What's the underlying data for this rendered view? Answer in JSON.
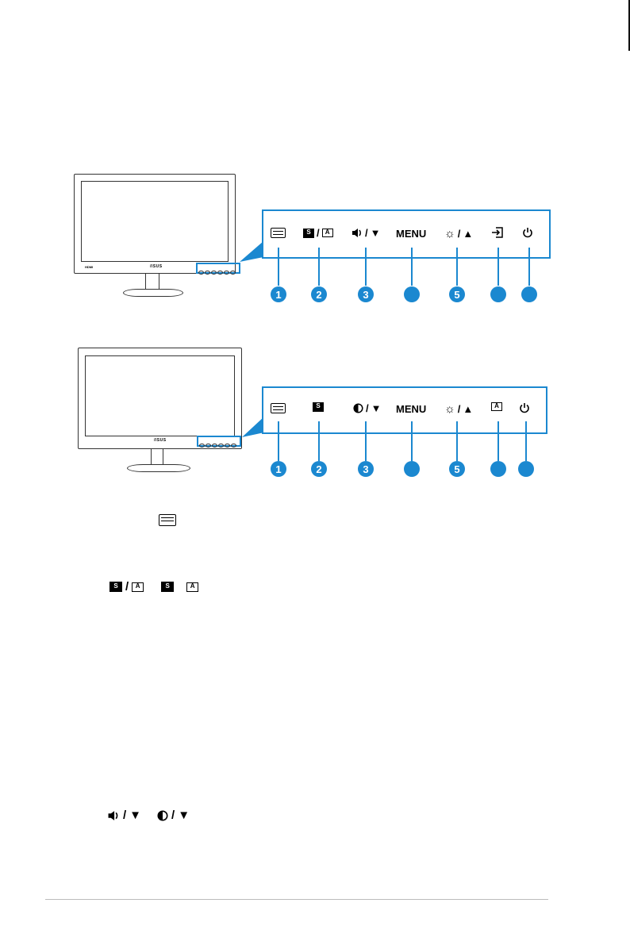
{
  "panel_a": {
    "buttons": [
      {
        "icon": "osd-panel-icon",
        "label": ""
      },
      {
        "icon": "splendid-auto-icon",
        "label": "S/A"
      },
      {
        "icon": "volume-down-icon",
        "label": "▼"
      },
      {
        "icon": "menu-text",
        "label": "MENU"
      },
      {
        "icon": "brightness-up-icon",
        "label": "▲"
      },
      {
        "icon": "input-select-icon",
        "label": ""
      },
      {
        "icon": "power-icon",
        "label": ""
      }
    ],
    "badges": [
      "1",
      "2",
      "3",
      "",
      "5",
      "",
      ""
    ]
  },
  "panel_b": {
    "buttons": [
      {
        "icon": "osd-panel-icon",
        "label": ""
      },
      {
        "icon": "splendid-icon",
        "label": "S"
      },
      {
        "icon": "contrast-down-icon",
        "label": "▼"
      },
      {
        "icon": "menu-text",
        "label": "MENU"
      },
      {
        "icon": "brightness-up-icon",
        "label": "▲"
      },
      {
        "icon": "auto-adjust-icon",
        "label": "A"
      },
      {
        "icon": "power-icon",
        "label": ""
      }
    ],
    "badges": [
      "1",
      "2",
      "3",
      "",
      "5",
      "",
      ""
    ]
  },
  "monitor": {
    "logo": "/ISUS",
    "hdmi": "HDMI"
  },
  "menu_label": "MENU",
  "accent": "#1b88d0"
}
